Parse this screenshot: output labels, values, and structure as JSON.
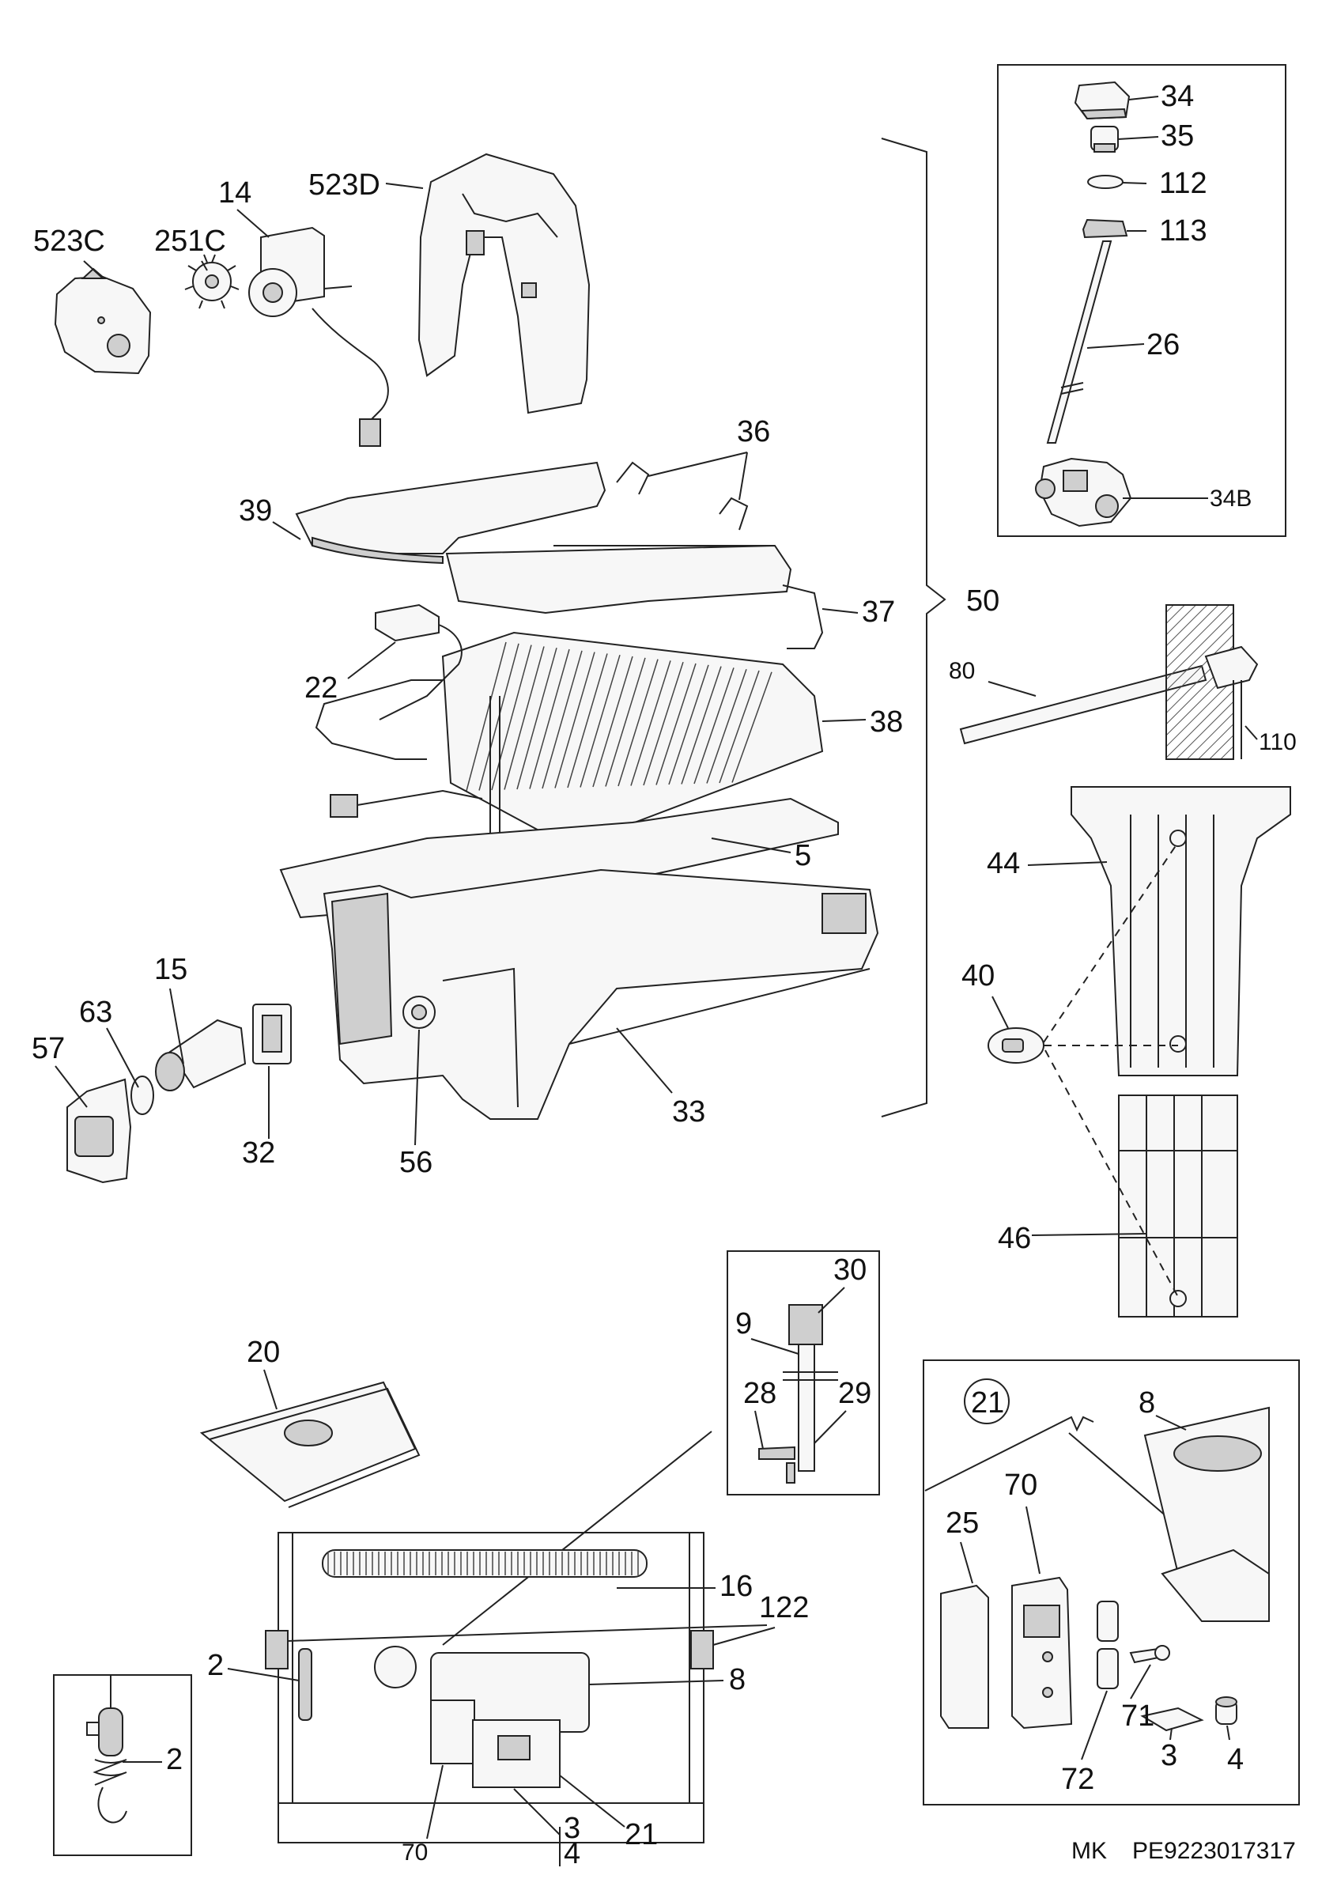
{
  "labels": {
    "l523C": "523C",
    "l251C": "251C",
    "l14": "14",
    "l523D": "523D",
    "l34": "34",
    "l35": "35",
    "l112": "112",
    "l113": "113",
    "l26": "26",
    "l34B": "34B",
    "l36": "36",
    "l39": "39",
    "l37": "37",
    "l50": "50",
    "l22": "22",
    "l38": "38",
    "l80": "80",
    "l110": "110",
    "l5": "5",
    "l44": "44",
    "l15": "15",
    "l63": "63",
    "l57": "57",
    "l32": "32",
    "l56": "56",
    "l33": "33",
    "l40": "40",
    "l46": "46",
    "l30": "30",
    "l9": "9",
    "l20": "20",
    "l28": "28",
    "l29": "29",
    "l21circle": "21",
    "l8a": "8",
    "l70a": "70",
    "l25": "25",
    "l16": "16",
    "l122": "122",
    "l2a": "2",
    "l8b": "8",
    "l2b": "2",
    "l71": "71",
    "l3a": "3",
    "l4a": "4",
    "l72": "72",
    "l70b": "70",
    "l3b": "3",
    "l4b": "4",
    "l21b": "21"
  },
  "footer": {
    "maker": "MK",
    "code": "PE9223017317"
  }
}
